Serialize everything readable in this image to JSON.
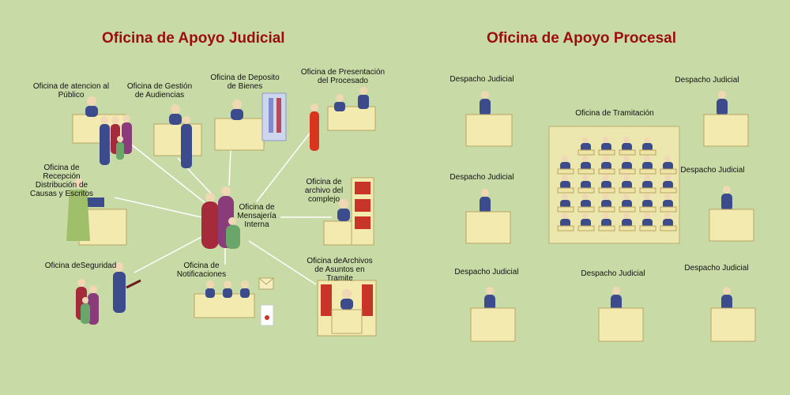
{
  "titles": {
    "judicial": "Oficina de Apoyo Judicial",
    "procesal": "Oficina de Apoyo Procesal"
  },
  "judicial": {
    "atencion": "Oficina de atencion al\nPúblico",
    "gestion": "Oficina de Gestión\nde Audiencias",
    "deposito": "Oficina de Deposito\nde Bienes",
    "presentacion": "Oficina de Presentación\ndel Procesado",
    "recepcion": "Oficina de\nRecepción\nDistribución de\nCausas y Escritos",
    "archivo_complejo": "Oficina  de\narchivo del\ncomplejo",
    "mensajeria": "Oficina de\nMensajería\nInterna",
    "seguridad": "Oficina deSeguridad",
    "notificaciones": "Oficina de\nNotificaciones",
    "archivos_tramite": "Oficina deArchivos\nde Asuntos en\nTramite"
  },
  "procesal": {
    "despacho_label": "Despacho Judicial",
    "tramitacion": "Oficina de Tramitación"
  },
  "colors": {
    "background": "#c8dba6",
    "title": "#9c0d10",
    "desk": "#f3eab0",
    "desk_edge": "#b9a463",
    "person": "#3b4b8c",
    "connector": "#ffffff"
  }
}
